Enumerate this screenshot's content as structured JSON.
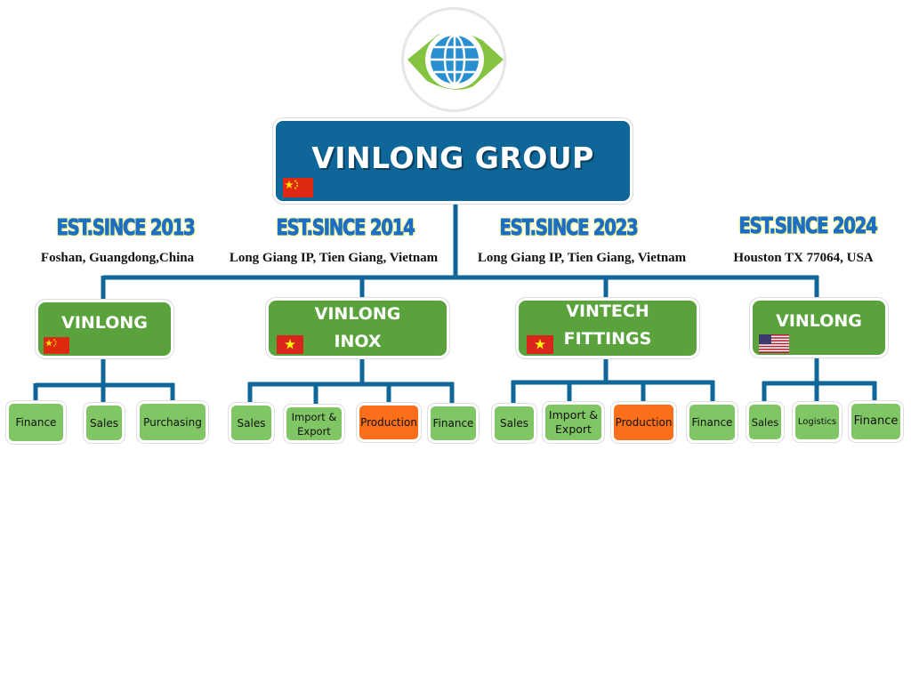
{
  "colors": {
    "connector": "#0f6699",
    "root": "#0f6699",
    "company": "#5aa33c",
    "department": "#80c665",
    "production": "#fb6f1b"
  },
  "logo": {
    "icon": "globe-logo-icon"
  },
  "root": {
    "title": "VINLONG GROUP",
    "flag": "china-flag-icon"
  },
  "branches": [
    {
      "est": "EST.SINCE 2013",
      "location": "Foshan, Guangdong,China",
      "company": {
        "line1": "VINLONG",
        "line2": "",
        "flag": "china-flag-icon"
      },
      "departments": [
        {
          "line1": "Finance",
          "line2": ""
        },
        {
          "line1": "Sales",
          "line2": ""
        },
        {
          "line1": "Purchasing",
          "line2": ""
        }
      ]
    },
    {
      "est": "EST.SINCE 2014",
      "location": "Long Giang IP, Tien Giang, Vietnam",
      "company": {
        "line1": "VINLONG",
        "line2": "INOX",
        "flag": "vietnam-flag-icon"
      },
      "departments": [
        {
          "line1": "Sales",
          "line2": ""
        },
        {
          "line1": "Import &",
          "line2": "Export"
        },
        {
          "line1": "Production",
          "line2": ""
        },
        {
          "line1": "Finance",
          "line2": ""
        }
      ]
    },
    {
      "est": "EST.SINCE 2023",
      "location": "Long Giang IP, Tien Giang, Vietnam",
      "company": {
        "line1": "VINTECH",
        "line2": "FITTINGS",
        "flag": "vietnam-flag-icon"
      },
      "departments": [
        {
          "line1": "Sales",
          "line2": ""
        },
        {
          "line1": "Import &",
          "line2": "Export"
        },
        {
          "line1": "Production",
          "line2": ""
        },
        {
          "line1": "Finance",
          "line2": ""
        }
      ]
    },
    {
      "est": "EST.SINCE 2024",
      "location": "Houston TX 77064, USA",
      "company": {
        "line1": "VINLONG",
        "line2": "",
        "flag": "usa-flag-icon"
      },
      "departments": [
        {
          "line1": "Sales",
          "line2": ""
        },
        {
          "line1": "Logistics",
          "line2": ""
        },
        {
          "line1": "Finance",
          "line2": ""
        }
      ]
    }
  ]
}
